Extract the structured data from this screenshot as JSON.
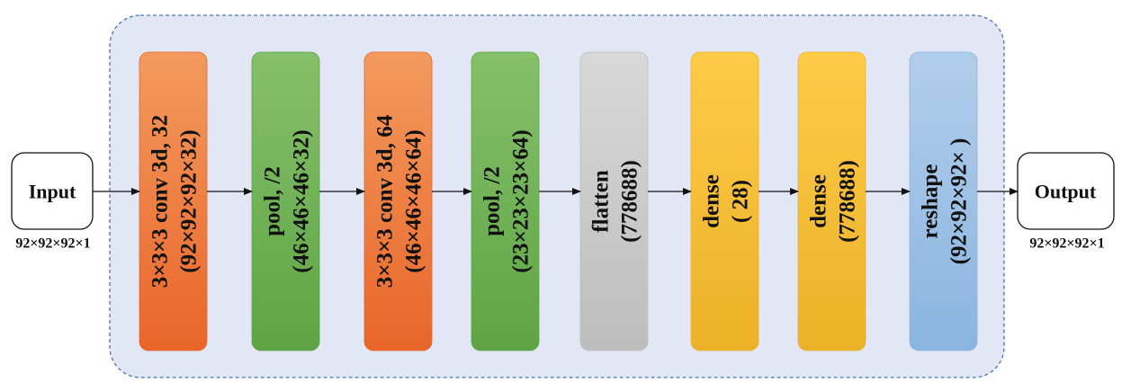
{
  "input": {
    "label": "Input",
    "shape": "92×92×92×1"
  },
  "output": {
    "label": "Output",
    "shape": "92×92×92×1"
  },
  "layers": [
    {
      "name": "conv1",
      "line1": "3×3×3 conv 3d, 32",
      "line2": "(92×92×92×32)",
      "color": "orange"
    },
    {
      "name": "pool1",
      "line1": "pool, /2",
      "line2": "(46×46×46×32)",
      "color": "green"
    },
    {
      "name": "conv2",
      "line1": "3×3×3 conv 3d, 64",
      "line2": "(46×46×46×64)",
      "color": "orange"
    },
    {
      "name": "pool2",
      "line1": "pool, /2",
      "line2": "(23×23×23×64)",
      "color": "green"
    },
    {
      "name": "flatten",
      "line1": "flatten",
      "line2": "(778688)",
      "color": "gray"
    },
    {
      "name": "dense1",
      "line1": "dense",
      "line2": "(  28)",
      "color": "yellow"
    },
    {
      "name": "dense2",
      "line1": "dense",
      "line2": "(778688)",
      "color": "yellow"
    },
    {
      "name": "reshape",
      "line1": "reshape",
      "line2": "(92×92×92×  )",
      "color": "blue"
    }
  ],
  "colors": {
    "orange_top": "#f39a5e",
    "orange_bottom": "#e9652a",
    "green_top": "#86c06a",
    "green_bottom": "#5ea445",
    "gray_top": "#d8d8d8",
    "gray_bottom": "#bdbdbd",
    "yellow_top": "#fecb48",
    "yellow_bottom": "#ebb128",
    "blue_top": "#b2cdea",
    "blue_bottom": "#8ab5e0",
    "container_fill": "#e3e7f5",
    "container_border": "#4d74b0",
    "arrow": "#111111"
  }
}
